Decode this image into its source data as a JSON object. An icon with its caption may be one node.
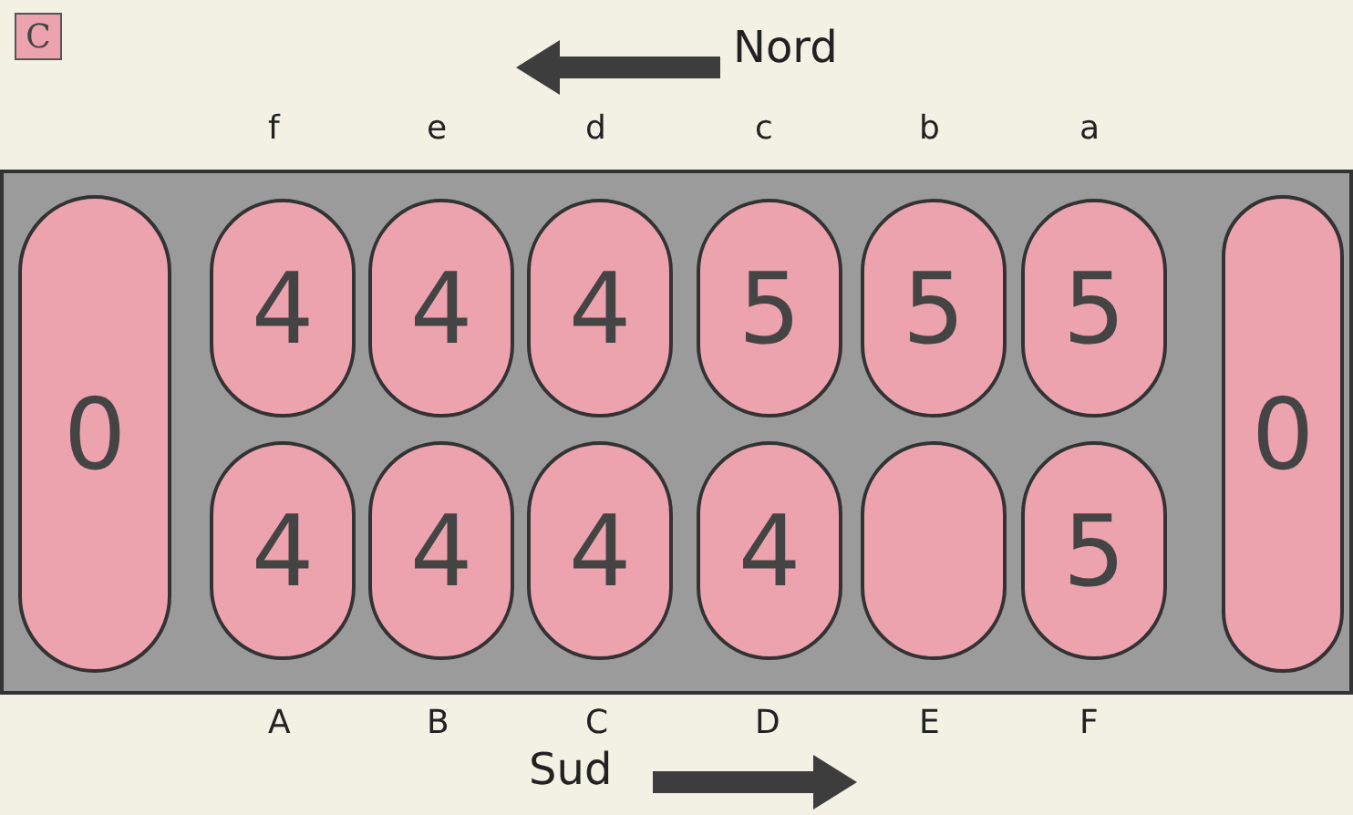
{
  "diagram": {
    "nodes": [
      {
        "text": [
          "C"
        ]
      },
      {
        "text": [],
        "shape": "box"
      },
      {
        "text": [
          "0"
        ],
        "in": 1
      },
      {
        "text": [
          "4"
        ],
        "in": 1
      },
      {
        "text": [
          "4"
        ],
        "in": 1
      },
      {
        "text": [
          "4"
        ],
        "in": 1
      },
      {
        "text": [
          "5"
        ],
        "in": 1
      },
      {
        "text": [
          "5"
        ],
        "in": 1
      },
      {
        "text": [
          "5"
        ],
        "in": 1
      },
      {
        "text": [
          "0"
        ],
        "in": 1
      },
      {
        "text": [
          "4"
        ],
        "in": 1
      },
      {
        "text": [
          "4"
        ],
        "in": 1
      },
      {
        "text": [
          "4"
        ],
        "in": 1
      },
      {
        "text": [
          "4"
        ],
        "in": 1
      },
      {
        "text": [],
        "shape": "box",
        "in": 1
      },
      {
        "text": [
          "5"
        ],
        "in": 1
      }
    ],
    "edges": [],
    "labels": [
      "Nord",
      "f",
      "e",
      "d",
      "c",
      "b",
      "a",
      "A",
      "B",
      "C",
      "D",
      "E",
      "F",
      "Sud"
    ]
  }
}
